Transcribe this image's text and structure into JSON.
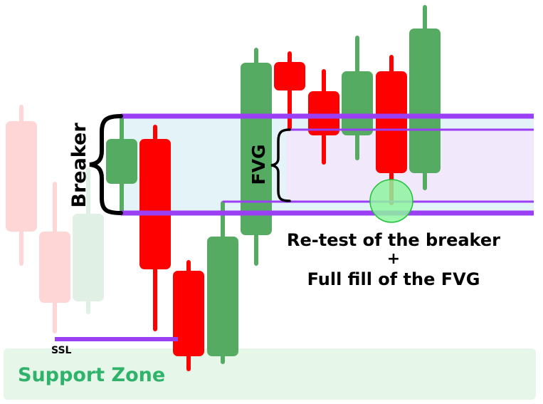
{
  "labels": {
    "breaker": "Breaker",
    "fvg": "FVG",
    "ssl": "SSL",
    "support_zone": "Support Zone",
    "annotation_line1": "Re-test of the breaker",
    "annotation_plus": "+",
    "annotation_line2": "Full fill of the FVG"
  },
  "colors": {
    "bull": "#55ab62",
    "bear": "#ff0000",
    "bull_faded": "#e1f0e4",
    "bear_faded": "#ffd6d6",
    "level_line": "#9b3ff5",
    "breaker_zone": "#e3f3f8",
    "fvg_zone": "#f1e8fb",
    "support_zone": "#e6f7ea",
    "support_text": "#2fb36a",
    "retest_circle_fill": "#8ef5a0",
    "retest_circle_stroke": "#22c03c",
    "text": "#000000"
  },
  "candles": [
    {
      "type": "bear",
      "faded": true
    },
    {
      "type": "bear",
      "faded": true
    },
    {
      "type": "bull",
      "faded": true
    },
    {
      "type": "bull",
      "faded": false,
      "role": "breaker"
    },
    {
      "type": "bear",
      "faded": false
    },
    {
      "type": "bear",
      "faded": false
    },
    {
      "type": "bull",
      "faded": false
    },
    {
      "type": "bull",
      "faded": false,
      "role": "fvg-displacement"
    },
    {
      "type": "bear",
      "faded": false
    },
    {
      "type": "bear",
      "faded": false
    },
    {
      "type": "bull",
      "faded": false
    },
    {
      "type": "bear",
      "faded": false,
      "role": "retest"
    },
    {
      "type": "bull",
      "faded": false
    }
  ]
}
